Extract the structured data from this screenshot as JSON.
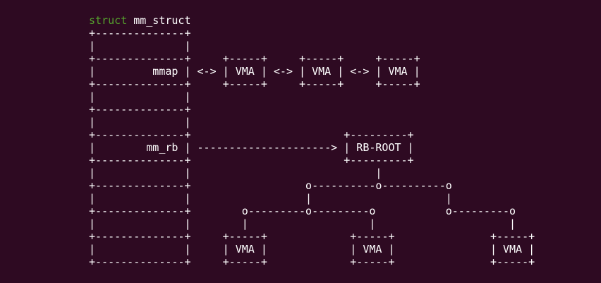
{
  "colors": {
    "background": "#2e0a22",
    "foreground": "#ffffff",
    "keyword_green": "#55a02d"
  },
  "diagram": {
    "declaration": {
      "keyword": "struct",
      "struct_name": " mm_struct"
    },
    "labels": {
      "field_1": "mmap",
      "field_2": "mm_rb",
      "list_node": "VMA",
      "tree_root": "RB-ROOT"
    },
    "art_lines": [
      "+--------------+",
      "|              |",
      "+--------------+     +-----+     +-----+     +-----+",
      "|         mmap | <-> | VMA | <-> | VMA | <-> | VMA |",
      "+--------------+     +-----+     +-----+     +-----+",
      "|              |",
      "+--------------+",
      "|              |",
      "+--------------+                        +---------+",
      "|        mm_rb | ---------------------> | RB-ROOT |",
      "+--------------+                        +---------+",
      "|              |                             |",
      "+--------------+                  o----------o----------o",
      "|              |                  |                     |",
      "+--------------+        o---------o---------o           o---------o",
      "|              |        |                   |                     |",
      "+--------------+     +-----+             +-----+               +-----+",
      "|              |     | VMA |             | VMA |               | VMA |",
      "+--------------+     +-----+             +-----+               +-----+"
    ]
  }
}
